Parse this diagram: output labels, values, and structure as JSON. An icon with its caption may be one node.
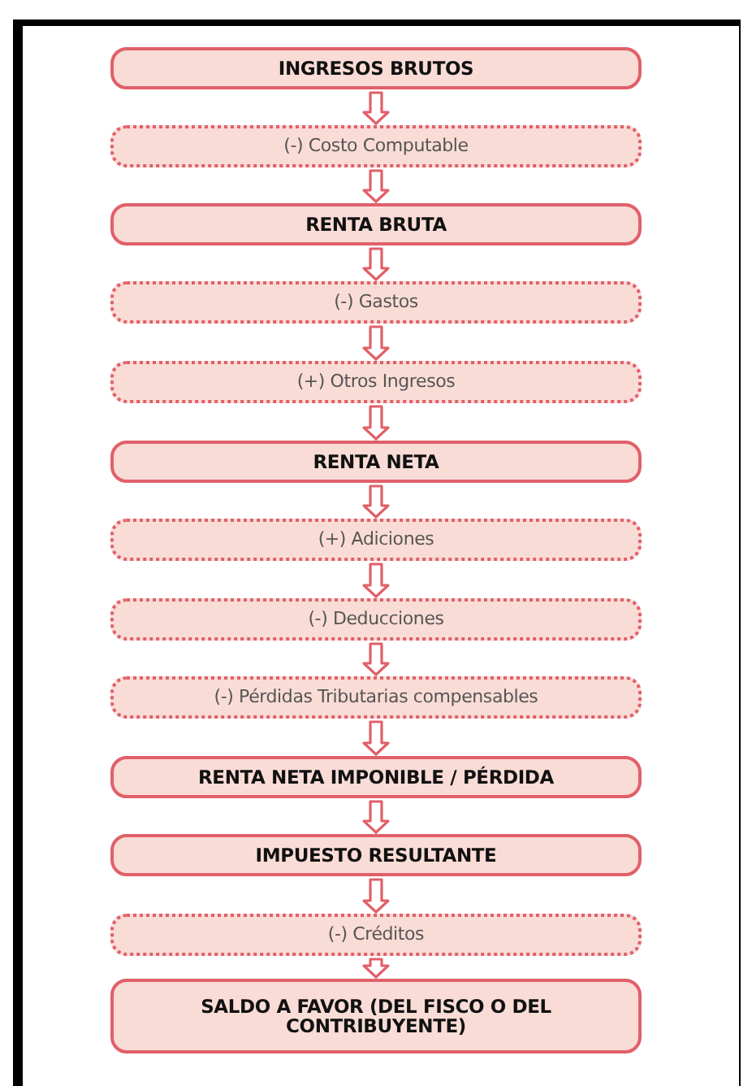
{
  "diagram": {
    "nodes": [
      {
        "text": [
          "INGRESOS BRUTOS"
        ]
      },
      {
        "text": [
          "(-) Costo Computable"
        ]
      },
      {
        "text": [
          "RENTA BRUTA"
        ]
      },
      {
        "text": [
          "(-) Gastos"
        ]
      },
      {
        "text": [
          "(+) Otros Ingresos"
        ]
      },
      {
        "text": [
          "RENTA NETA"
        ]
      },
      {
        "text": [
          "(+) Adiciones"
        ]
      },
      {
        "text": [
          "(-) Deducciones"
        ]
      },
      {
        "text": [
          "(-) Pérdidas Tributarias compensables"
        ]
      },
      {
        "text": [
          "RENTA NETA IMPONIBLE / PÉRDIDA"
        ]
      },
      {
        "text": [
          "IMPUESTO RESULTANTE"
        ]
      },
      {
        "text": [
          "(-) Créditos"
        ]
      },
      {
        "text": [
          "SALDO A FAVOR (DEL FISCO O DEL CONTRIBUYENTE)"
        ]
      }
    ],
    "edges": [
      {
        "from": 0,
        "to": 1,
        "arrow": "to"
      },
      {
        "from": 1,
        "to": 2,
        "arrow": "to"
      },
      {
        "from": 2,
        "to": 3,
        "arrow": "to"
      },
      {
        "from": 3,
        "to": 4,
        "arrow": "to"
      },
      {
        "from": 4,
        "to": 5,
        "arrow": "to"
      },
      {
        "from": 5,
        "to": 6,
        "arrow": "to"
      },
      {
        "from": 6,
        "to": 7,
        "arrow": "to"
      },
      {
        "from": 7,
        "to": 8,
        "arrow": "to"
      },
      {
        "from": 8,
        "to": 9,
        "arrow": "to"
      },
      {
        "from": 9,
        "to": 10,
        "arrow": "to"
      },
      {
        "from": 10,
        "to": 11,
        "arrow": "to"
      },
      {
        "from": 11,
        "to": 12,
        "arrow": "to"
      }
    ]
  }
}
